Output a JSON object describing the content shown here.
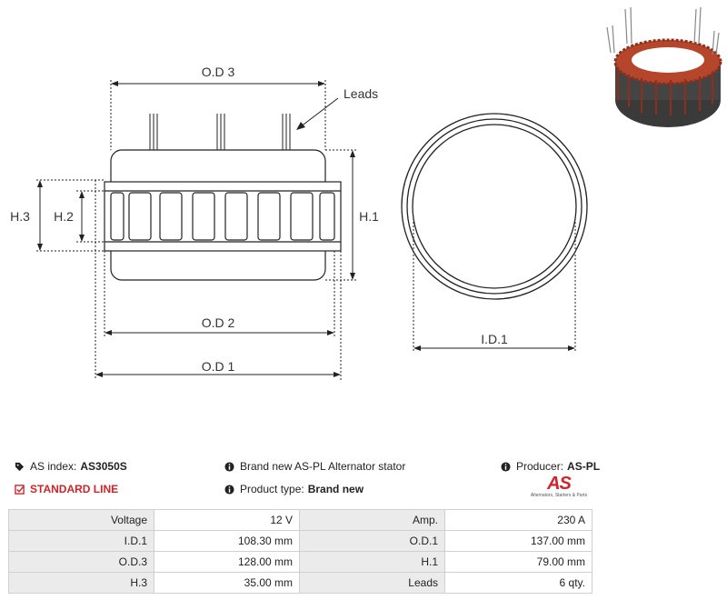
{
  "diagram": {
    "labels": {
      "od3": "O.D 3",
      "leads": "Leads",
      "h3": "H.3",
      "h2": "H.2",
      "h1": "H.1",
      "od2": "O.D 2",
      "od1": "O.D 1",
      "id1": "I.D.1"
    },
    "colors": {
      "line": "#222222",
      "winding": "#b5452b",
      "core": "#3a3a3a"
    }
  },
  "info": {
    "as_index_label": "AS index:",
    "as_index_value": "AS3050S",
    "line_label": "STANDARD LINE",
    "description": "Brand new AS-PL Alternator stator",
    "product_type_label": "Product type:",
    "product_type_value": "Brand new",
    "producer_label": "Producer:",
    "producer_value": "AS-PL"
  },
  "logo": {
    "mark": "AS",
    "tagline": "Alternators, Starters & Parts",
    "color": "#d2232a"
  },
  "specs": [
    [
      {
        "label": "Voltage",
        "value": "12 V"
      },
      {
        "label": "Amp.",
        "value": "230 A"
      }
    ],
    [
      {
        "label": "I.D.1",
        "value": "108.30 mm"
      },
      {
        "label": "O.D.1",
        "value": "137.00 mm"
      }
    ],
    [
      {
        "label": "O.D.3",
        "value": "128.00 mm"
      },
      {
        "label": "H.1",
        "value": "79.00 mm"
      }
    ],
    [
      {
        "label": "H.3",
        "value": "35.00 mm"
      },
      {
        "label": "Leads",
        "value": "6 qty."
      }
    ]
  ]
}
